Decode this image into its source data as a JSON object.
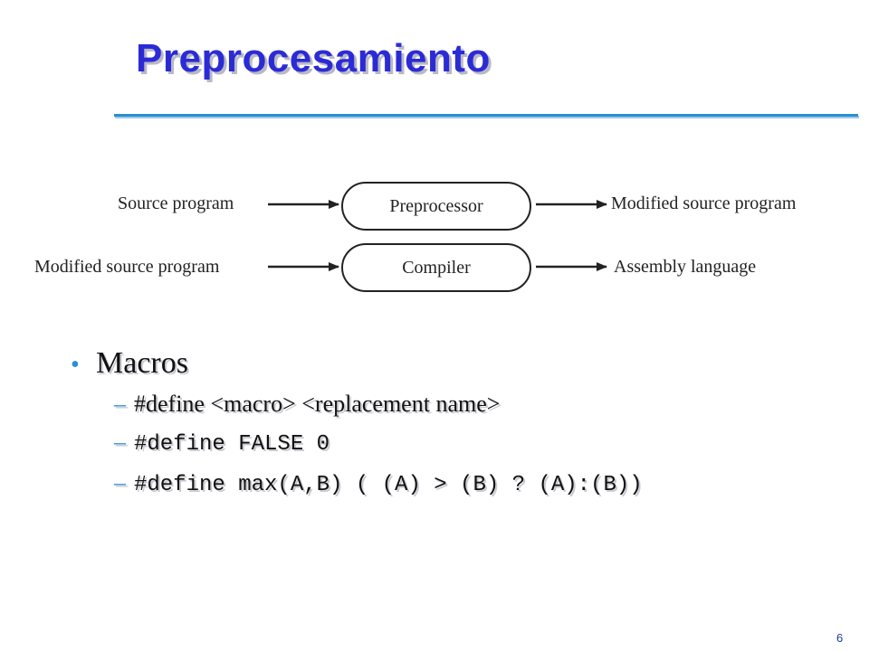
{
  "title": "Preprocesamiento",
  "diagram": {
    "row1": {
      "input": "Source program",
      "process": "Preprocessor",
      "output": "Modified source program"
    },
    "row2": {
      "input": "Modified source program",
      "process": "Compiler",
      "output": "Assembly language"
    }
  },
  "bullets": {
    "main": "Macros",
    "sub": [
      "#define <macro> <replacement name>",
      "#define FALSE 0",
      "#define max(A,B) ( (A) > (B) ? (A):(B))"
    ]
  },
  "page_number": "6",
  "colors": {
    "title": "#2b2bd6",
    "rule": "#2a8fd0",
    "bullet_accent": "#2b8fd6"
  }
}
